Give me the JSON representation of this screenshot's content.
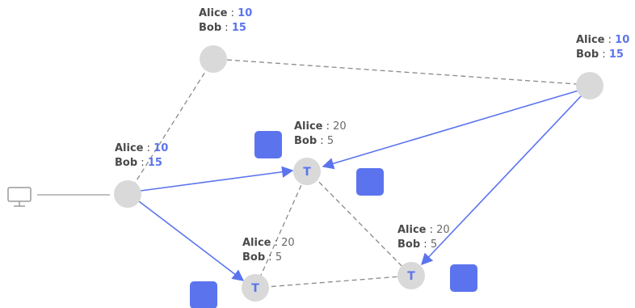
{
  "colors": {
    "edge_solid": "#5b74ee",
    "edge_dashed": "#8a8a8a",
    "node_fill": "#d9d9d9",
    "node_text": "#5b74ee",
    "square_fill": "#5b74ee",
    "value_highlight": "#5b74ee",
    "icon_stroke": "#9a9a9a"
  },
  "icons": [
    "monitor-icon"
  ],
  "nodes": {
    "top": {
      "alice_name": "Alice",
      "alice_value": "10",
      "bob_name": "Bob",
      "bob_value": "15",
      "highlighted": true
    },
    "right": {
      "alice_name": "Alice",
      "alice_value": "10",
      "bob_name": "Bob",
      "bob_value": "15",
      "highlighted": true
    },
    "left": {
      "alice_name": "Alice",
      "alice_value": "10",
      "bob_name": "Bob",
      "bob_value": "15",
      "highlighted": true
    },
    "t_center": {
      "letter": "T",
      "alice_name": "Alice",
      "alice_value": "20",
      "bob_name": "Bob",
      "bob_value": "5",
      "highlighted": false
    },
    "t_bottom_left": {
      "letter": "T",
      "alice_name": "Alice",
      "alice_value": "20",
      "bob_name": "Bob",
      "bob_value": "5",
      "highlighted": false
    },
    "t_bottom_right": {
      "letter": "T",
      "alice_name": "Alice",
      "alice_value": "20",
      "bob_name": "Bob",
      "bob_value": "5",
      "highlighted": false
    }
  }
}
